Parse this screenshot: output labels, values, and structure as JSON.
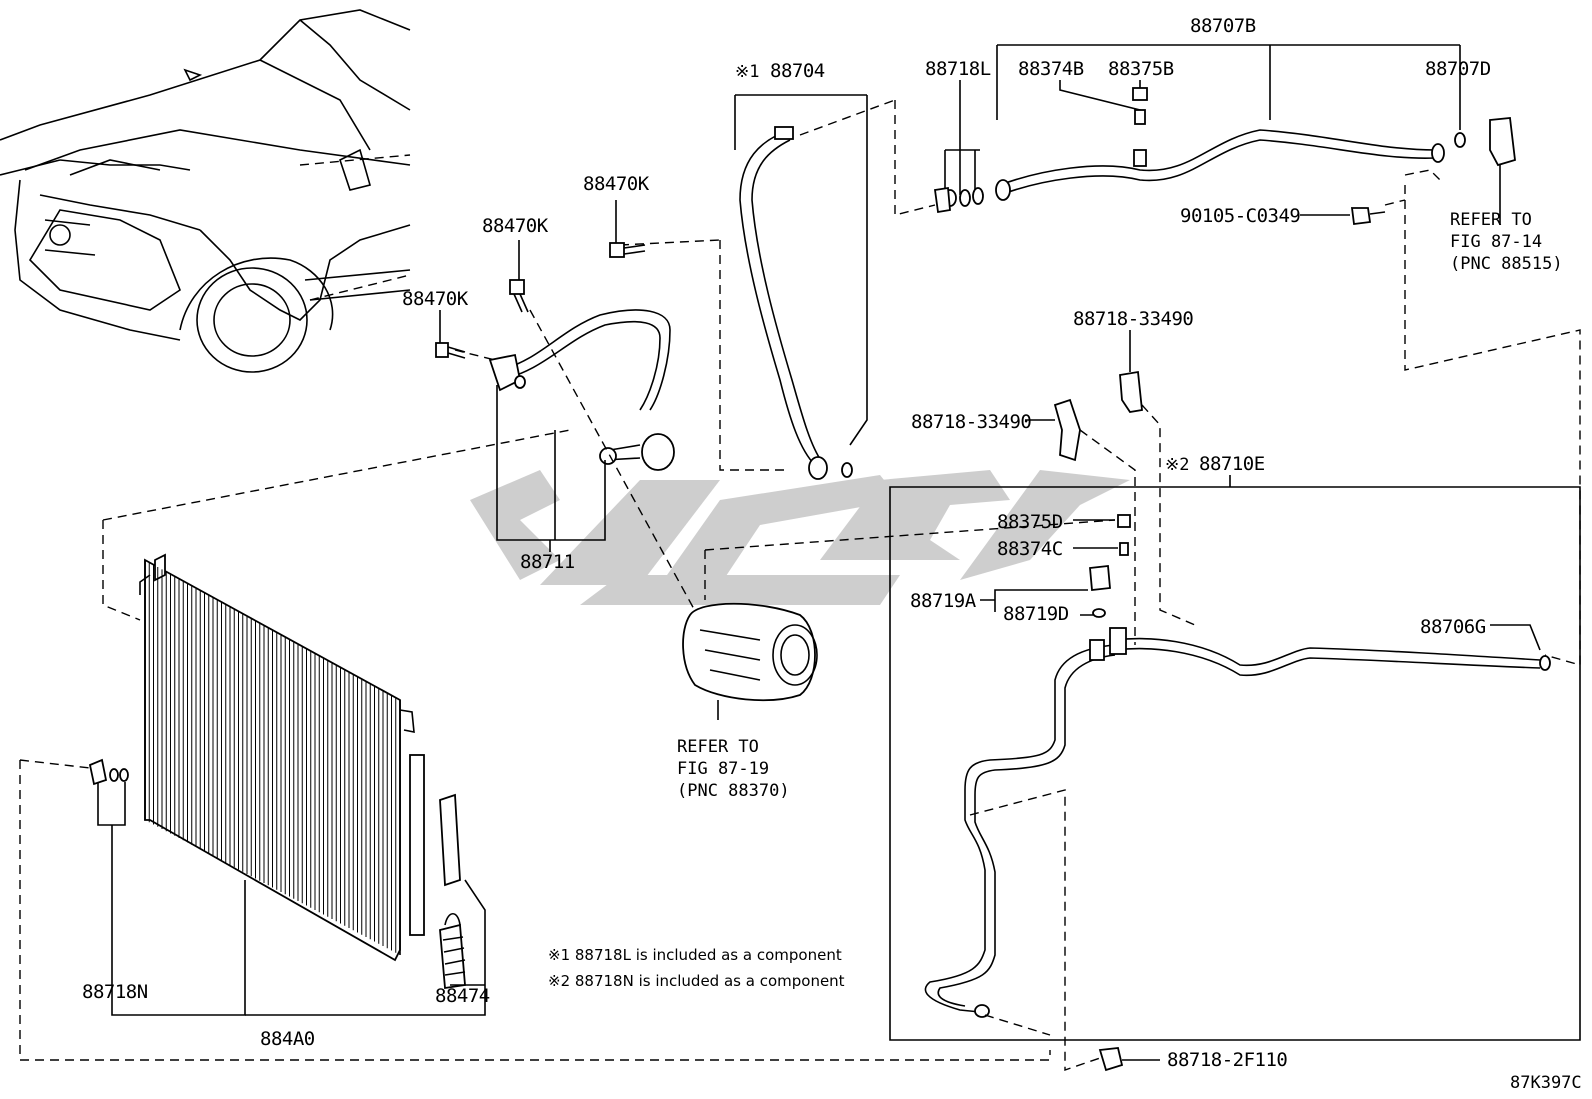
{
  "diagram": {
    "code": "87K397C",
    "labels": {
      "p88707B": "88707B",
      "p88718L": "88718L",
      "p88374B": "88374B",
      "p88375B": "88375B",
      "p88707D": "88707D",
      "p88704": "88704",
      "p88704_mark": "※1",
      "p88470K_a": "88470K",
      "p88470K_b": "88470K",
      "p88470K_c": "88470K",
      "p90105": "90105-C0349",
      "p88718_33490_a": "88718-33490",
      "p88718_33490_b": "88718-33490",
      "p88710E": "88710E",
      "p88710E_mark": "※2",
      "p88711": "88711",
      "p88375D": "88375D",
      "p88374C": "88374C",
      "p88719A": "88719A",
      "p88719D": "88719D",
      "p88706G": "88706G",
      "p88718N": "88718N",
      "p88474": "88474",
      "p884A0": "884A0",
      "p88718_2F110": "88718-2F110"
    },
    "refs": {
      "ref1_l1": "REFER TO",
      "ref1_l2": "FIG 87-14",
      "ref1_l3": "(PNC 88515)",
      "ref2_l1": "REFER TO",
      "ref2_l2": "FIG 87-19",
      "ref2_l3": "(PNC 88370)"
    },
    "notes": {
      "note1": "※1 88718L is included as a component",
      "note2": "※2 88718N is included as a component"
    }
  }
}
